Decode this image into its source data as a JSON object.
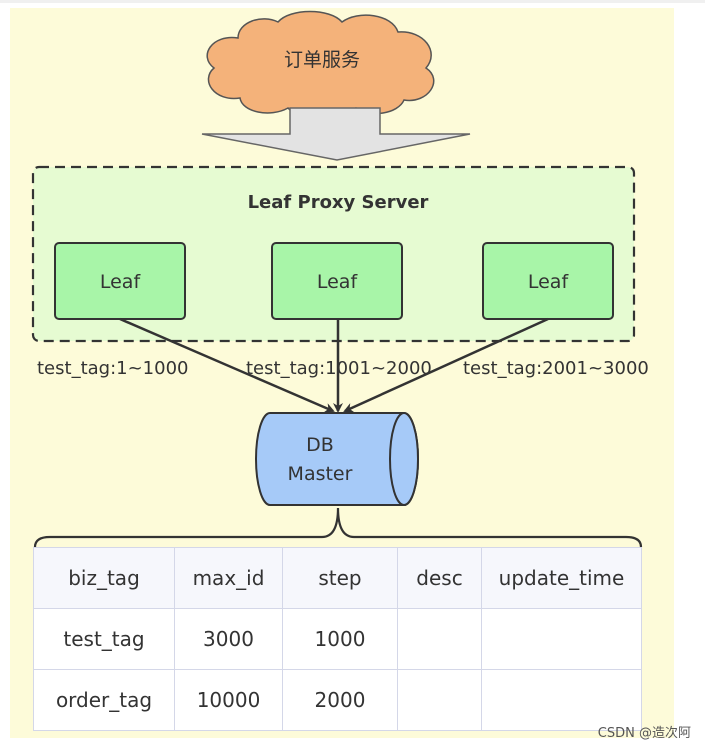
{
  "colors": {
    "cloud_fill": "#f4b27a",
    "proxy_fill": "#e6fbd2",
    "leaf_fill": "#a8f5a8",
    "db_fill": "#a6caf8",
    "panel_bg": "#fdfbd9"
  },
  "icons": [
    "cloud-shape",
    "down-arrow-shape",
    "cylinder-shape"
  ],
  "order_service": "订单服务",
  "proxy": {
    "title": "Leaf Proxy Server",
    "leaves": [
      "Leaf",
      "Leaf",
      "Leaf"
    ]
  },
  "ranges": [
    "test_tag:1~1000",
    "test_tag:1001~2000",
    "test_tag:2001~3000"
  ],
  "db": {
    "line1": "DB",
    "line2": "Master"
  },
  "table": {
    "headers": [
      "biz_tag",
      "max_id",
      "step",
      "desc",
      "update_time"
    ],
    "rows": [
      [
        "test_tag",
        "3000",
        "1000",
        "",
        ""
      ],
      [
        "order_tag",
        "10000",
        "2000",
        "",
        ""
      ]
    ]
  },
  "watermark": "CSDN @造次阿"
}
